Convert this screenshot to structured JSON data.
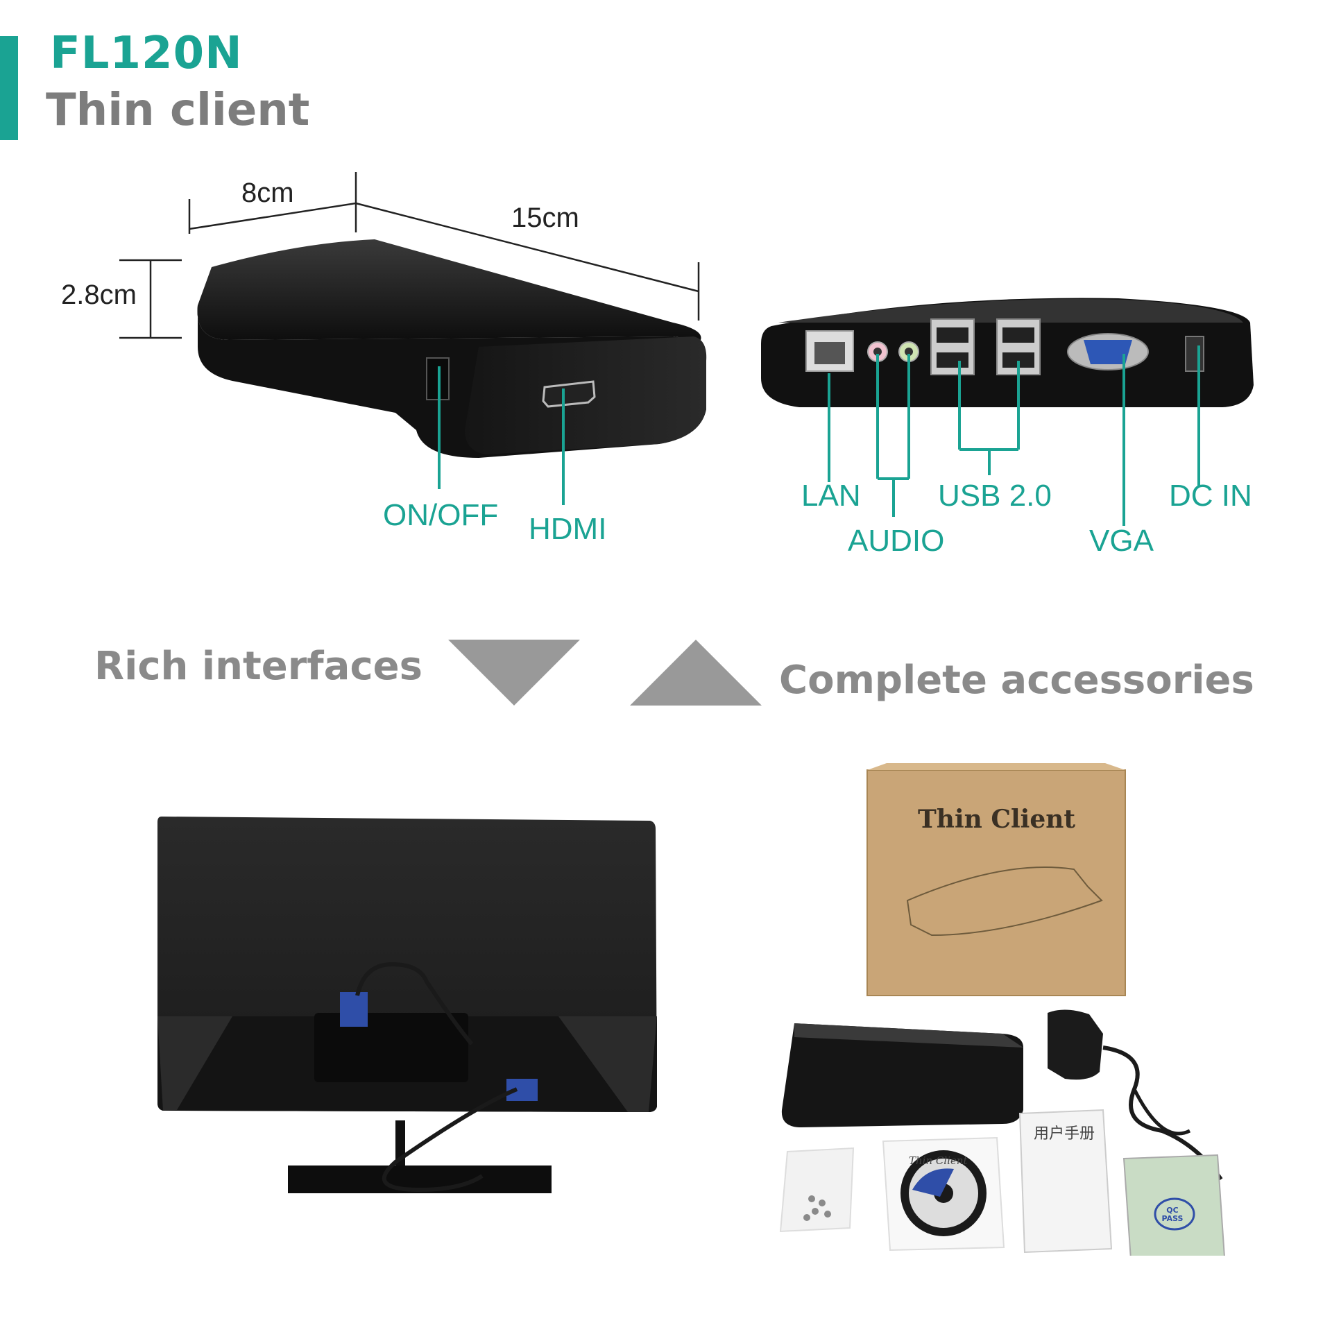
{
  "header": {
    "model": "FL120N",
    "subtitle": "Thin client"
  },
  "dimensions": {
    "width": "8cm",
    "length": "15cm",
    "height": "2.8cm"
  },
  "ports": {
    "front": {
      "power": "ON/OFF",
      "hdmi": "HDMI"
    },
    "rear": {
      "lan": "LAN",
      "audio": "AUDIO",
      "usb": "USB 2.0",
      "vga": "VGA",
      "dc": "DC IN"
    }
  },
  "features": {
    "left": "Rich interfaces",
    "right": "Complete accessories"
  },
  "box": {
    "label": "Thin Client"
  },
  "accessories": {
    "manual_title": "用户手册",
    "qc_label": "QC PASS",
    "disc_label": "Thin Client"
  },
  "colors": {
    "accent": "#1aa393",
    "heading_gray": "#7d7d7d",
    "feature_gray": "#8a8a8a",
    "cardboard": "#c9a577"
  }
}
